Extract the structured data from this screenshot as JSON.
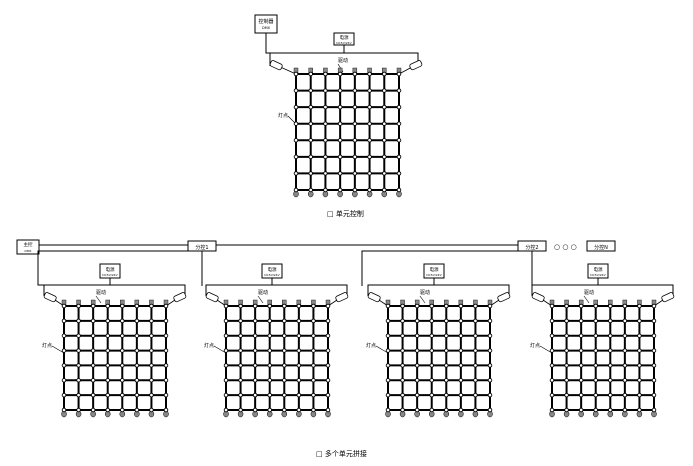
{
  "labels": {
    "controller": "控制器",
    "controller_sub": "DMX",
    "power": "电源",
    "power_sub": "DC5V/24V",
    "driver": "驱动",
    "lights": "灯点",
    "master": "主控",
    "master_sub": "DMX",
    "splitter1": "分控1",
    "splitter2": "分控2",
    "splitterN": "分控N",
    "ellipsis": "○ ○ ○",
    "caption_single": "□  单元控制",
    "caption_multi": "□  多个单元拼接"
  },
  "grid": {
    "rows": 8,
    "cols": 8
  },
  "colors": {
    "line": "#000000",
    "node": "#ffffff",
    "connector": "#888888"
  }
}
